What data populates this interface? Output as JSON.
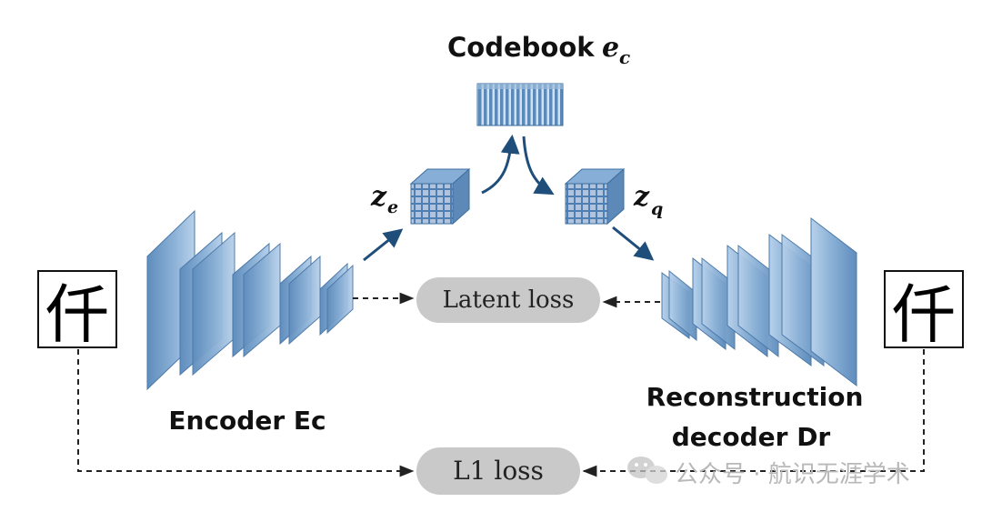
{
  "labels": {
    "codebook": "Codebook",
    "codebook_symbol": "e",
    "codebook_sub": "c",
    "ze_symbol": "z",
    "ze_sub": "e",
    "zq_symbol": "z",
    "zq_sub": "q",
    "encoder": "Encoder Ec",
    "decoder_line1": "Reconstruction",
    "decoder_line2": "decoder Dr",
    "latent_loss": "Latent loss",
    "l1_loss": "L1 loss",
    "input_char": "仟",
    "output_char": "仟"
  },
  "watermark": {
    "text": "公众号 · 航识无涯学术",
    "icon": "wechat-icon"
  },
  "colors": {
    "layer_fill": "#7fa7cf",
    "layer_dark": "#5d89b8",
    "arrow": "#1f4e7a",
    "loss_pill": "#c9c9c9",
    "dashed": "#222222"
  }
}
